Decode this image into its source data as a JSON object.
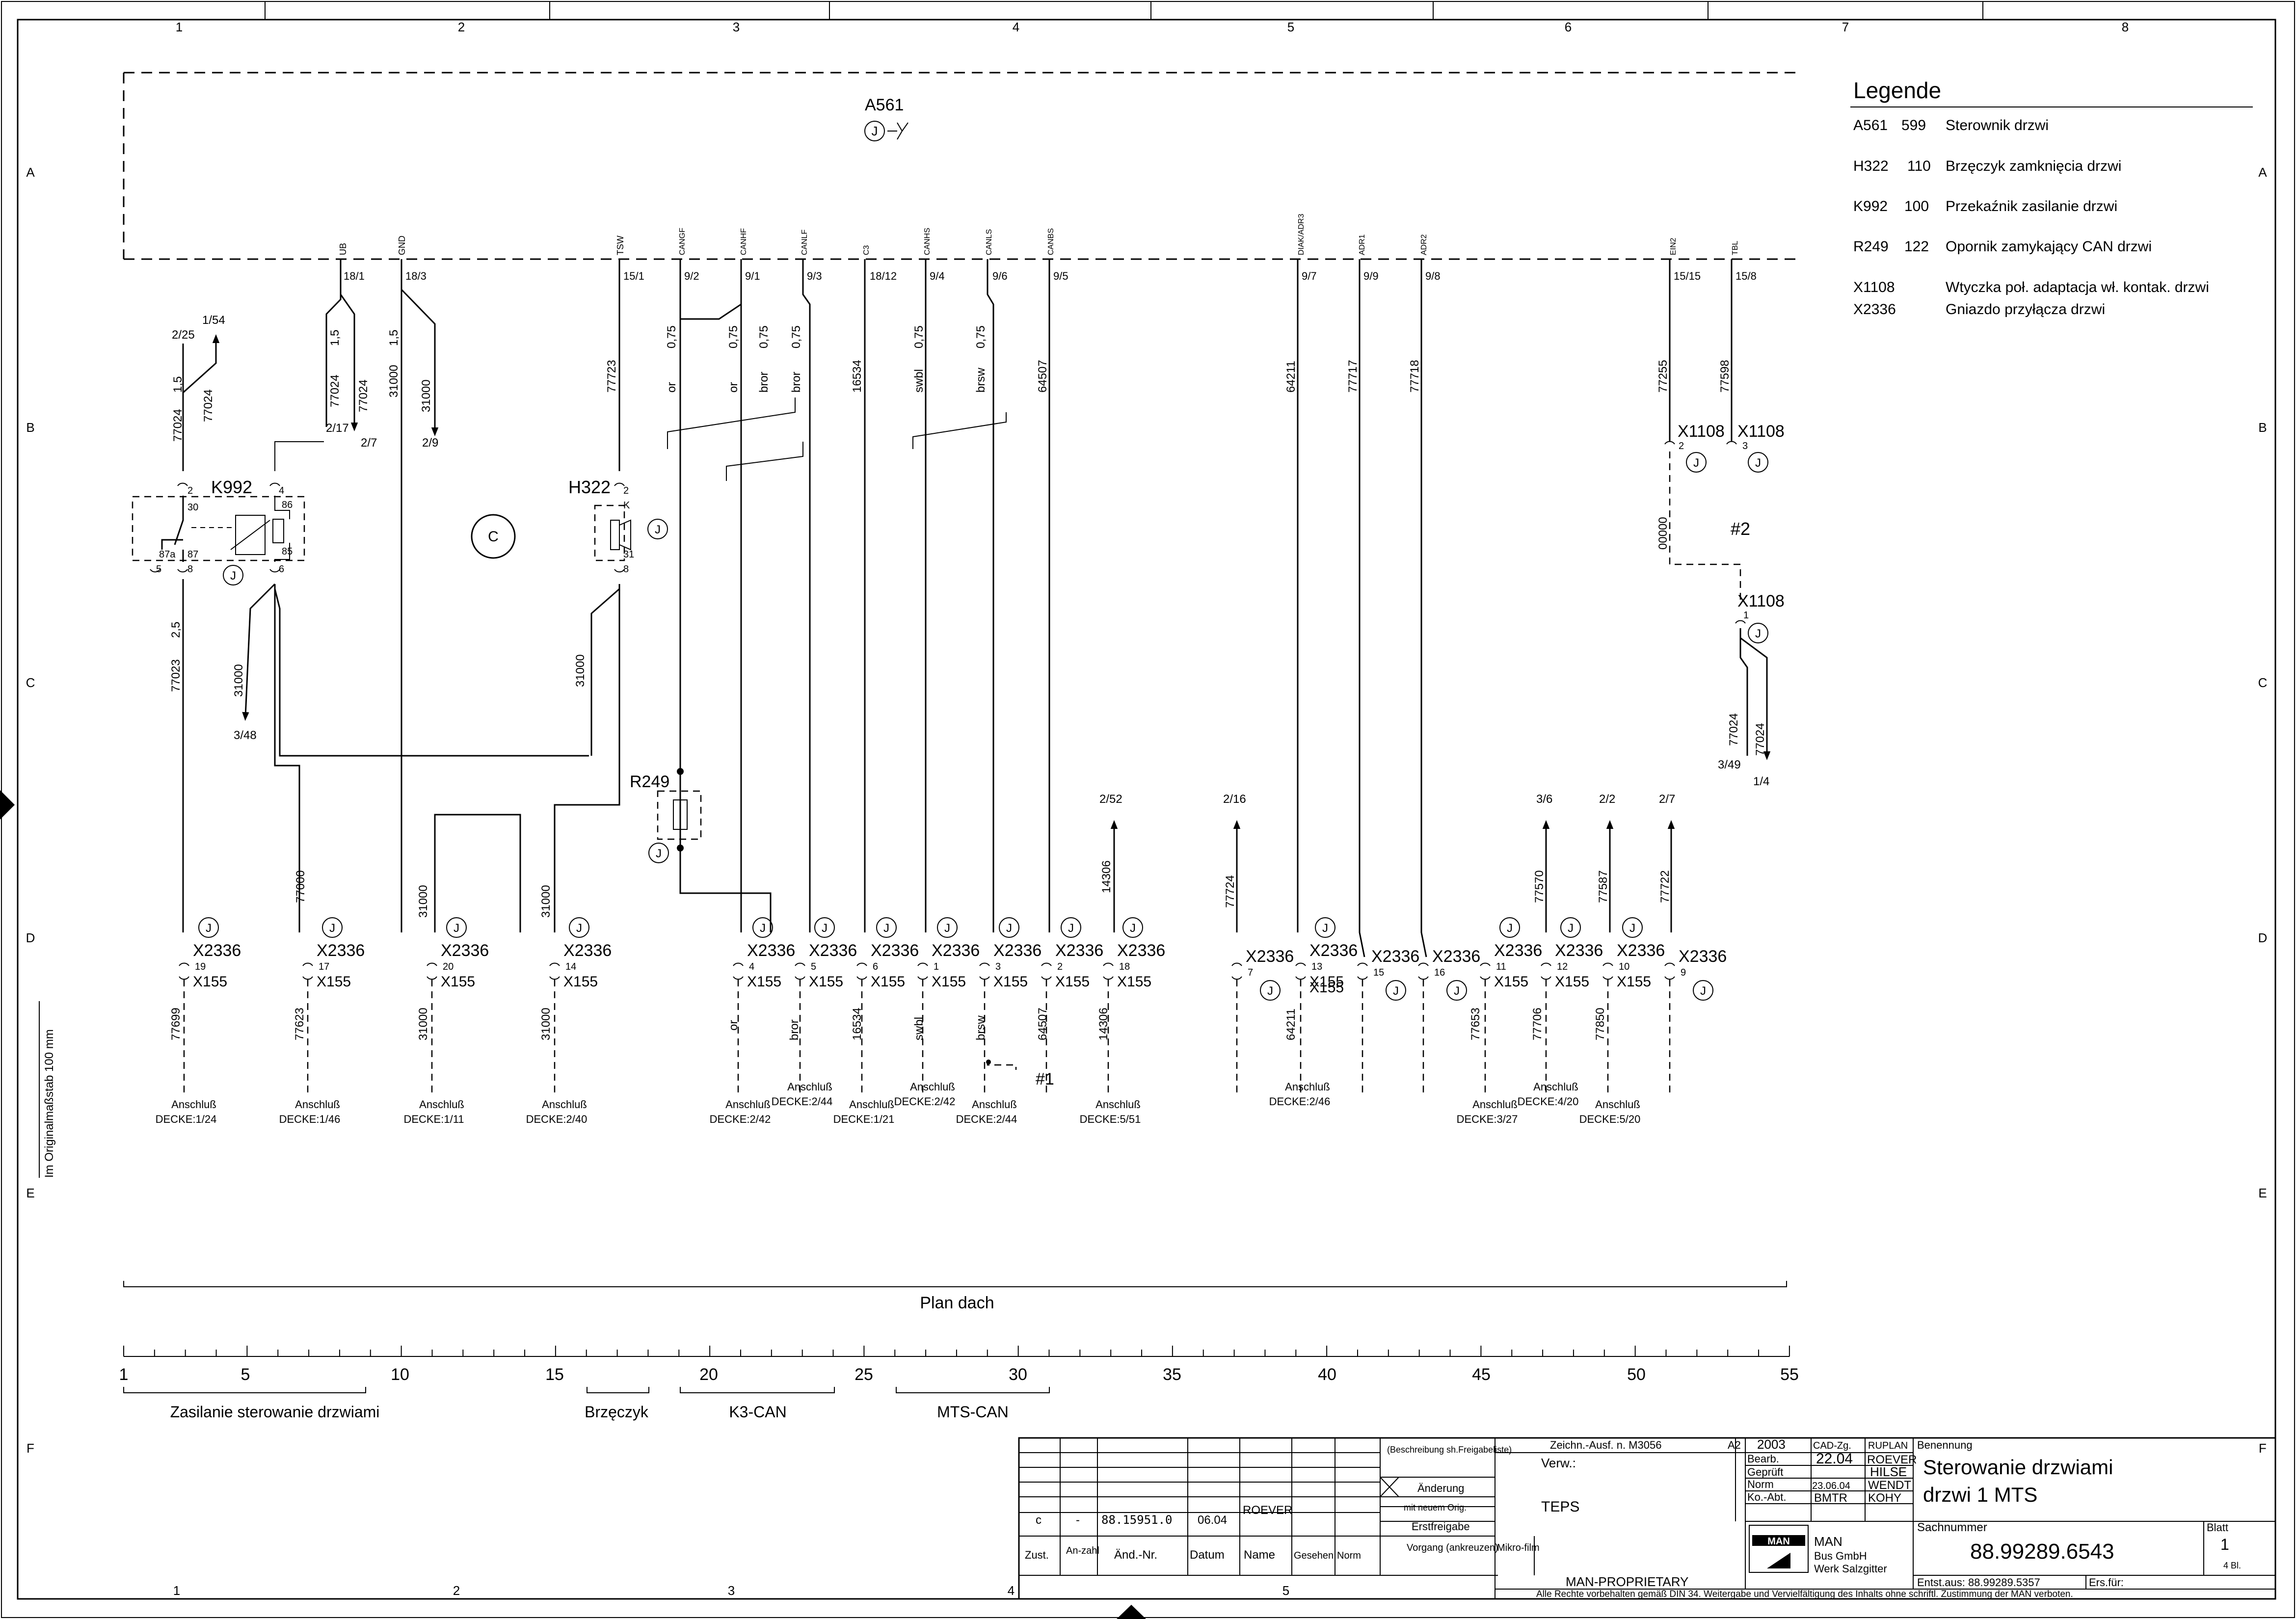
{
  "border": {
    "col_numbers": [
      "1",
      "2",
      "3",
      "4",
      "5",
      "6",
      "7",
      "8"
    ],
    "row_letters": [
      "A",
      "B",
      "C",
      "D",
      "E",
      "F"
    ],
    "bottom_numbers": [
      "1",
      "2",
      "3",
      "4",
      "5"
    ],
    "side_text": "Im Originalmaßstab 100 mm"
  },
  "controller": {
    "id": "A561",
    "symbol": "J"
  },
  "pins": [
    {
      "name": "UB",
      "num": "18/1"
    },
    {
      "name": "GND",
      "num": "18/3"
    },
    {
      "name": "TSW",
      "num": "15/1"
    },
    {
      "name": "CANGF",
      "num": "9/2"
    },
    {
      "name": "CANHF",
      "num": "9/1"
    },
    {
      "name": "CANLF",
      "num": "9/3"
    },
    {
      "name": "C3",
      "num": "18/12"
    },
    {
      "name": "CANHS",
      "num": "9/4"
    },
    {
      "name": "CANLS",
      "num": "9/6"
    },
    {
      "name": "CANBS",
      "num": "9/5"
    },
    {
      "name": "DIAK/ADR3",
      "num": "9/7"
    },
    {
      "name": "ADR1",
      "num": "9/9"
    },
    {
      "name": "ADR2",
      "num": "9/8"
    },
    {
      "name": "EIN2",
      "num": "15/15"
    },
    {
      "name": "TBL",
      "num": "15/8"
    }
  ],
  "wire_labels": {
    "w77024": "77024",
    "w1_5": "1,5",
    "w31000": "31000",
    "w77723": "77723",
    "w0_75": "0,75",
    "or": "or",
    "bror": "bror",
    "swbl": "swbl",
    "brsw": "brsw",
    "w16534": "16534",
    "w64507": "64507",
    "w64211": "64211",
    "w77717": "77717",
    "w77718": "77718",
    "w77255": "77255",
    "w77598": "77598",
    "w00000": "00000",
    "w77023": "77023",
    "w2_5": "2,5",
    "w77000": "77000",
    "w14306": "14306",
    "w77724": "77724",
    "w77570": "77570",
    "w77587": "77587",
    "w77722": "77722",
    "w77699": "77699",
    "w77623": "77623",
    "w77653": "77653",
    "w77706": "77706",
    "w77850": "77850"
  },
  "refs": {
    "r2_25": "2/25",
    "r1_54": "1/54",
    "r2_17": "2/17",
    "r2_7": "2/7",
    "r2_9": "2/9",
    "r3_48": "3/48",
    "r2_52": "2/52",
    "r2_16": "2/16",
    "r3_6": "3/6",
    "r2_2": "2/2",
    "r2_7b": "2/7",
    "r3_49": "3/49",
    "r1_4": "1/4"
  },
  "components": {
    "K992": "K992",
    "H322": "H322",
    "R249": "R249",
    "C": "C",
    "X1108": "X1108",
    "X2336": "X2336",
    "X155": "X155",
    "J": "J",
    "hash1": "#1",
    "hash2": "#2"
  },
  "relay_pins": {
    "p2": "2",
    "p30": "30",
    "p4": "4",
    "p86": "86",
    "p85": "85",
    "p87a": "87a",
    "p87": "87",
    "p5": "5",
    "p8": "8",
    "p6": "6"
  },
  "h322_pins": {
    "p2": "2",
    "pK": "K",
    "p31": "31",
    "p8": "8"
  },
  "x1108_pins": [
    "2",
    "3",
    "1"
  ],
  "x2336_pins": [
    "19",
    "17",
    "20",
    "14",
    "4",
    "5",
    "6",
    "1",
    "3",
    "2",
    "18",
    "7",
    "13",
    "15",
    "16",
    "11",
    "12",
    "10",
    "9"
  ],
  "anschluss": [
    {
      "a": "Anschluß",
      "b": "DECKE:1/24"
    },
    {
      "a": "Anschluß",
      "b": "DECKE:1/46"
    },
    {
      "a": "Anschluß",
      "b": "DECKE:1/11"
    },
    {
      "a": "Anschluß",
      "b": "DECKE:2/40"
    },
    {
      "a": "Anschluß",
      "b": "DECKE:2/42"
    },
    {
      "a": "Anschluß",
      "b": "DECKE:2/44"
    },
    {
      "a": "Anschluß",
      "b": "DECKE:1/21"
    },
    {
      "a": "Anschluß",
      "b": "DECKE:2/42"
    },
    {
      "a": "Anschluß",
      "b": "DECKE:2/44"
    },
    {
      "a": "Anschluß",
      "b": "DECKE:5/51"
    },
    {
      "a": "Anschluß",
      "b": "DECKE:2/46"
    },
    {
      "a": "Anschluß",
      "b": "DECKE:3/27"
    },
    {
      "a": "Anschluß",
      "b": "DECKE:4/20"
    },
    {
      "a": "Anschluß",
      "b": "DECKE:5/20"
    }
  ],
  "legend": {
    "title": "Legende",
    "items": [
      {
        "code": "A561",
        "num": "599",
        "desc": "Sterownik drzwi"
      },
      {
        "code": "H322",
        "num": "110",
        "desc": "Brzęczyk zamknięcia drzwi"
      },
      {
        "code": "K992",
        "num": "100",
        "desc": "Przekaźnik zasilanie drzwi"
      },
      {
        "code": "R249",
        "num": "122",
        "desc": "Opornik zamykający CAN drzwi"
      },
      {
        "code": "X1108",
        "num": "",
        "desc": "Wtyczka poł. adaptacja wł. kontak. drzwi"
      },
      {
        "code": "X2336",
        "num": "",
        "desc": "Gniazdo przyłącza drzwi"
      }
    ]
  },
  "plan": {
    "label": "Plan dach",
    "scale": [
      "1",
      "5",
      "10",
      "15",
      "20",
      "25",
      "30",
      "35",
      "40",
      "45",
      "50",
      "55"
    ],
    "groups": [
      "Zasilanie sterowanie drzwiami",
      "Brzęczyk",
      "K3-CAN",
      "MTS-CAN"
    ]
  },
  "title_block": {
    "rev_row": {
      "zust": "c",
      "anz": "-",
      "nr": "88.15951.0",
      "datum": "06.04",
      "name": "ROEVER"
    },
    "headers": {
      "zust": "Zust.",
      "anz": "An-zahl",
      "nr": "Änd.-Nr.",
      "datum": "Datum",
      "name": "Name",
      "gesehen": "Gesehen",
      "norm": "Norm"
    },
    "notes": {
      "beschreibung": "(Beschreibung sh.Freigabeliste)",
      "aenderung": "Änderung",
      "neu": "mit neuem Orig.",
      "erst": "Erstfreigabe",
      "vorgang": "Vorgang (ankreuzen)",
      "mikro": "Mikro-film"
    },
    "zeichn": "Zeichn.-Ausf. n. M3056",
    "format": "A2",
    "year": "2003",
    "verw": "Verw.:",
    "teps": "TEPS",
    "proprietary": "MAN-PROPRIETARY",
    "cad": "CAD-Zg.",
    "ruplan": "RUPLAN",
    "bearb": "Bearb.",
    "bearb_date": "22.04",
    "bearb_name": "ROEVER",
    "gepr": "Geprüft",
    "gepr_name": "HILSE",
    "norm": "Norm",
    "norm_date": "23.06.04",
    "norm_name": "WENDT",
    "koabt": "Ko.-Abt.",
    "koabt_val": "BMTR",
    "koabt_name": "KOHY",
    "benennung": "Benennung",
    "title1": "Sterowanie drzwiami",
    "title2": "drzwi 1 MTS",
    "sach": "Sachnummer",
    "number": "88.99289.6543",
    "blatt": "Blatt",
    "blatt_val": "1",
    "blatt_of": "4  Bl.",
    "man": "MAN",
    "company1": "MAN",
    "company2": "Bus GmbH",
    "company3": "Werk Salzgitter",
    "entst": "Entst.aus: 88.99289.5357",
    "ersfur": "Ers.für:",
    "rights": "Alle Rechte vorbehalten gemäß DIN 34. Weitergabe und Vervielfältigung des Inhalts ohne schriftl. Zustimmung der MAN verboten."
  }
}
